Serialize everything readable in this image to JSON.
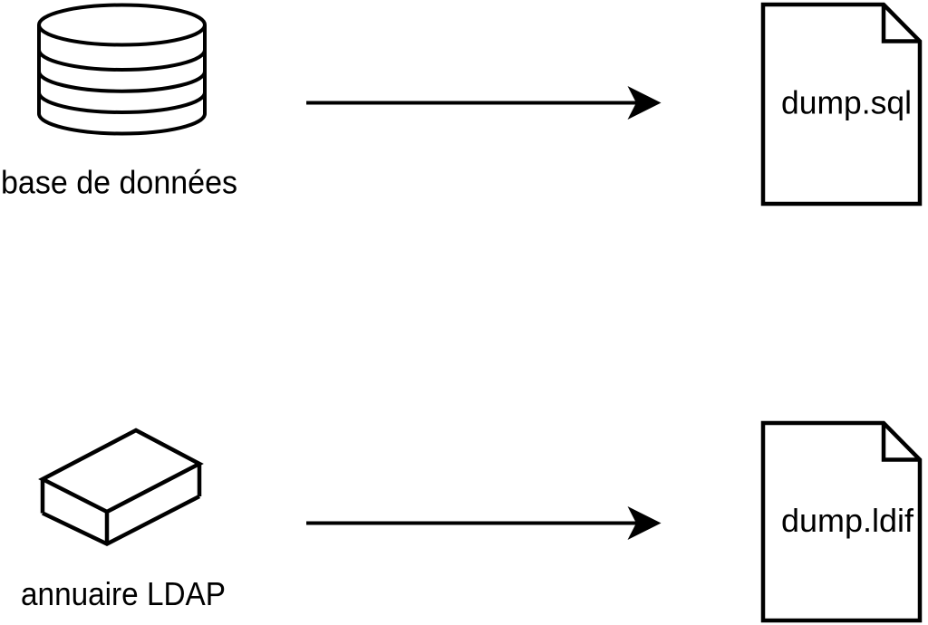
{
  "canvas": {
    "background": "#ffffff",
    "line_color": "#000000"
  },
  "flows": [
    {
      "source": {
        "icon": "database-cylinder",
        "label": "base de données"
      },
      "arrow": "right-arrow",
      "output": {
        "icon": "document-dog-ear",
        "filename": "dump.sql"
      }
    },
    {
      "source": {
        "icon": "ldap-box",
        "label": "annuaire LDAP"
      },
      "arrow": "right-arrow",
      "output": {
        "icon": "document-dog-ear",
        "filename": "dump.ldif"
      }
    }
  ]
}
